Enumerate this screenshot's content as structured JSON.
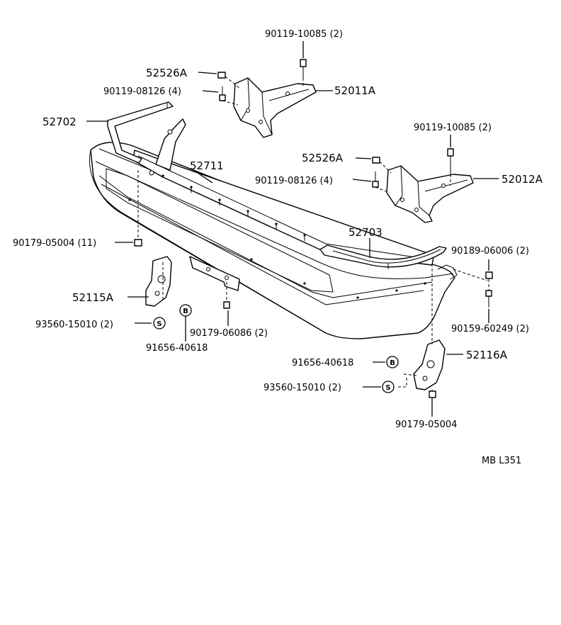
{
  "labels": {
    "p90119_10085_a": "90119-10085 (2)",
    "p52526A_a": "52526A",
    "p90119_08126_a": "90119-08126 (4)",
    "p52011A": "52011A",
    "p52702": "52702",
    "p90119_10085_b": "90119-10085 (2)",
    "p52711": "52711",
    "p52526A_b": "52526A",
    "p90119_08126_b": "90119-08126 (4)",
    "p52012A": "52012A",
    "p52703": "52703",
    "p90179_05004_11": "90179-05004 (11)",
    "p90189_06006": "90189-06006 (2)",
    "p52115A": "52115A",
    "p93560_15010_a": "93560-15010 (2)",
    "p90179_06086": "90179-06086 (2)",
    "p90159_60249": "90159-60249 (2)",
    "p91656_40618_a": "91656-40618",
    "p52116A": "52116A",
    "p91656_40618_b": "91656-40618",
    "p93560_15010_b": "93560-15010 (2)",
    "p90179_05004": "90179-05004",
    "code": "MB L351"
  },
  "symbols": {
    "s": "S",
    "b": "B"
  }
}
